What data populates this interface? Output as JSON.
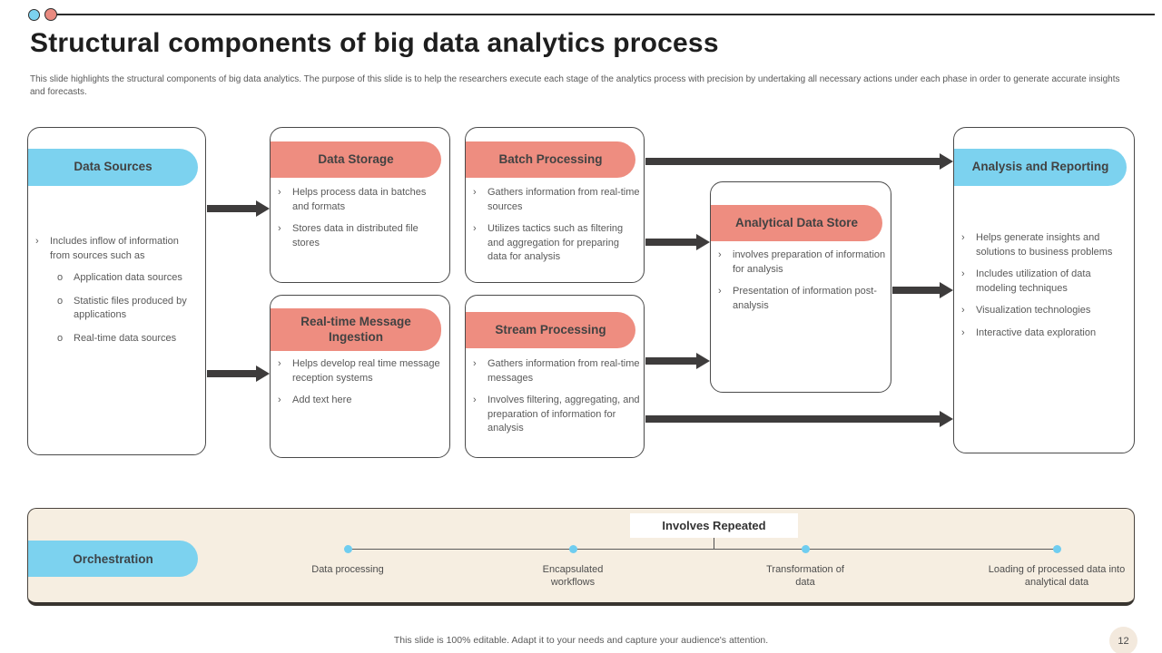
{
  "slide": {
    "title": "Structural components of big data analytics process",
    "subtitle": "This slide highlights the structural components of big data analytics. The purpose of this slide is to help the researchers execute each stage of the analytics process with precision by undertaking all necessary actions under each phase in order to generate accurate insights and forecasts.",
    "footer": "This slide is 100% editable.  Adapt it to your needs and capture your audience's attention.",
    "page_number": "12"
  },
  "glyphs": {
    "bullet": "›",
    "sub_bullet": "o"
  },
  "colors": {
    "blue_accent": "#7cd2ef",
    "salmon_accent": "#ee8d80",
    "arrow_dark": "#3e3c3c",
    "orchestration_bg": "#f6eee1",
    "body_text": "#595959"
  },
  "boxes": {
    "data_sources": {
      "title": "Data Sources",
      "intro": "Includes inflow of information from sources such as",
      "subs": [
        "Application data sources",
        "Statistic files produced by applications",
        "Real-time data sources"
      ]
    },
    "data_storage": {
      "title": "Data Storage",
      "bullets": [
        "Helps process data in batches and formats",
        "Stores data in distributed file stores"
      ]
    },
    "realtime_ingestion": {
      "title": "Real-time Message Ingestion",
      "bullets": [
        "Helps develop real time message reception systems",
        "Add text here"
      ]
    },
    "batch_processing": {
      "title": "Batch Processing",
      "bullets": [
        "Gathers information from real-time sources",
        "Utilizes tactics such as filtering and aggregation for preparing data for analysis"
      ]
    },
    "stream_processing": {
      "title": "Stream Processing",
      "bullets": [
        "Gathers information from real-time messages",
        "Involves filtering, aggregating, and preparation of information for analysis"
      ]
    },
    "analytical_store": {
      "title": "Analytical Data Store",
      "bullets": [
        "involves preparation of information for analysis",
        "Presentation of information post-analysis"
      ]
    },
    "analysis_reporting": {
      "title": "Analysis and Reporting",
      "bullets": [
        "Helps generate insights and solutions to business problems",
        "Includes utilization of data modeling techniques",
        "Visualization technologies",
        "Interactive data exploration"
      ]
    }
  },
  "orchestration": {
    "label": "Orchestration",
    "callout": "Involves Repeated",
    "steps": [
      "Data processing",
      "Encapsulated workflows",
      "Transformation of data",
      "Loading of processed data into analytical data"
    ]
  }
}
